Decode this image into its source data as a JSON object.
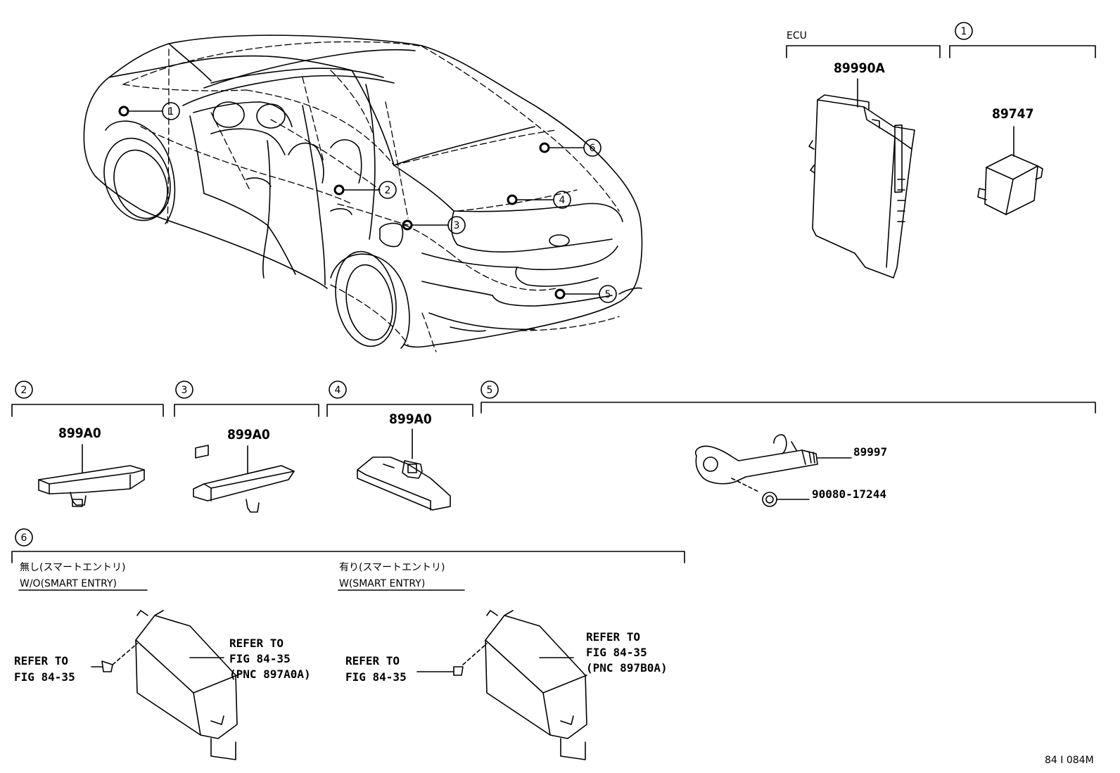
{
  "header": {
    "ecu_label": "ECU",
    "ecu_part": "89990A",
    "section1_marker": "1",
    "section1_part": "89747"
  },
  "callouts": [
    "1",
    "2",
    "3",
    "4",
    "5",
    "6"
  ],
  "sections": {
    "s2": {
      "marker": "2",
      "part": "899A0"
    },
    "s3": {
      "marker": "3",
      "part": "899A0"
    },
    "s4": {
      "marker": "4",
      "part": "899A0"
    },
    "s5": {
      "marker": "5",
      "part_a": "89997",
      "part_b": "90080-17244"
    },
    "s6": {
      "marker": "6",
      "left_jp": "無し(スマートエントリ)",
      "left_en": "W/O(SMART ENTRY)",
      "right_jp": "有り(スマートエントリ)",
      "right_en": "W(SMART ENTRY)",
      "left_screw_ref_1": "REFER TO",
      "left_screw_ref_2": "FIG 84-35",
      "left_body_ref_1": "REFER TO",
      "left_body_ref_2": "FIG 84-35",
      "left_body_ref_3": "(PNC 897A0A)",
      "right_screw_ref_1": "REFER TO",
      "right_screw_ref_2": "FIG 84-35",
      "right_body_ref_1": "REFER TO",
      "right_body_ref_2": "FIG 84-35",
      "right_body_ref_3": "(PNC 897B0A)"
    }
  },
  "footer": {
    "figure_code": "84 I 084M"
  }
}
